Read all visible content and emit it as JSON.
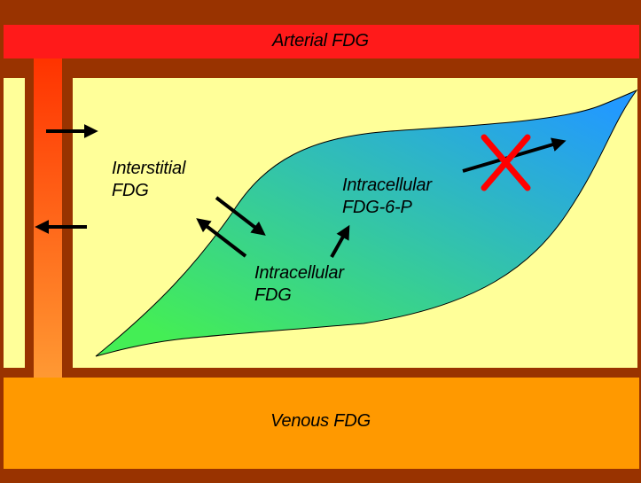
{
  "labels": {
    "arterial": "Arterial FDG",
    "venous": "Venous FDG",
    "interstitial": [
      "Interstitial",
      "FDG"
    ],
    "intracellular_fdg": [
      "Intracellular",
      "FDG"
    ],
    "intracellular_fdg6p": [
      "Intracellular",
      "FDG-6-P"
    ]
  },
  "colors": {
    "outer_border": "#993300",
    "arterial_band": "#ff1a1a",
    "interstitial_space": "#ffff99",
    "venous_band": "#ff9900",
    "capillary_top": "#ff3300",
    "capillary_bottom": "#ff9933",
    "cell_gradient_start": "#44ee55",
    "cell_gradient_end": "#2299ff",
    "arrow": "#000000",
    "blocked_mark": "#ff0000"
  },
  "icons": {
    "blocked": "red-x-icon",
    "flux": "black-arrow-icon"
  }
}
